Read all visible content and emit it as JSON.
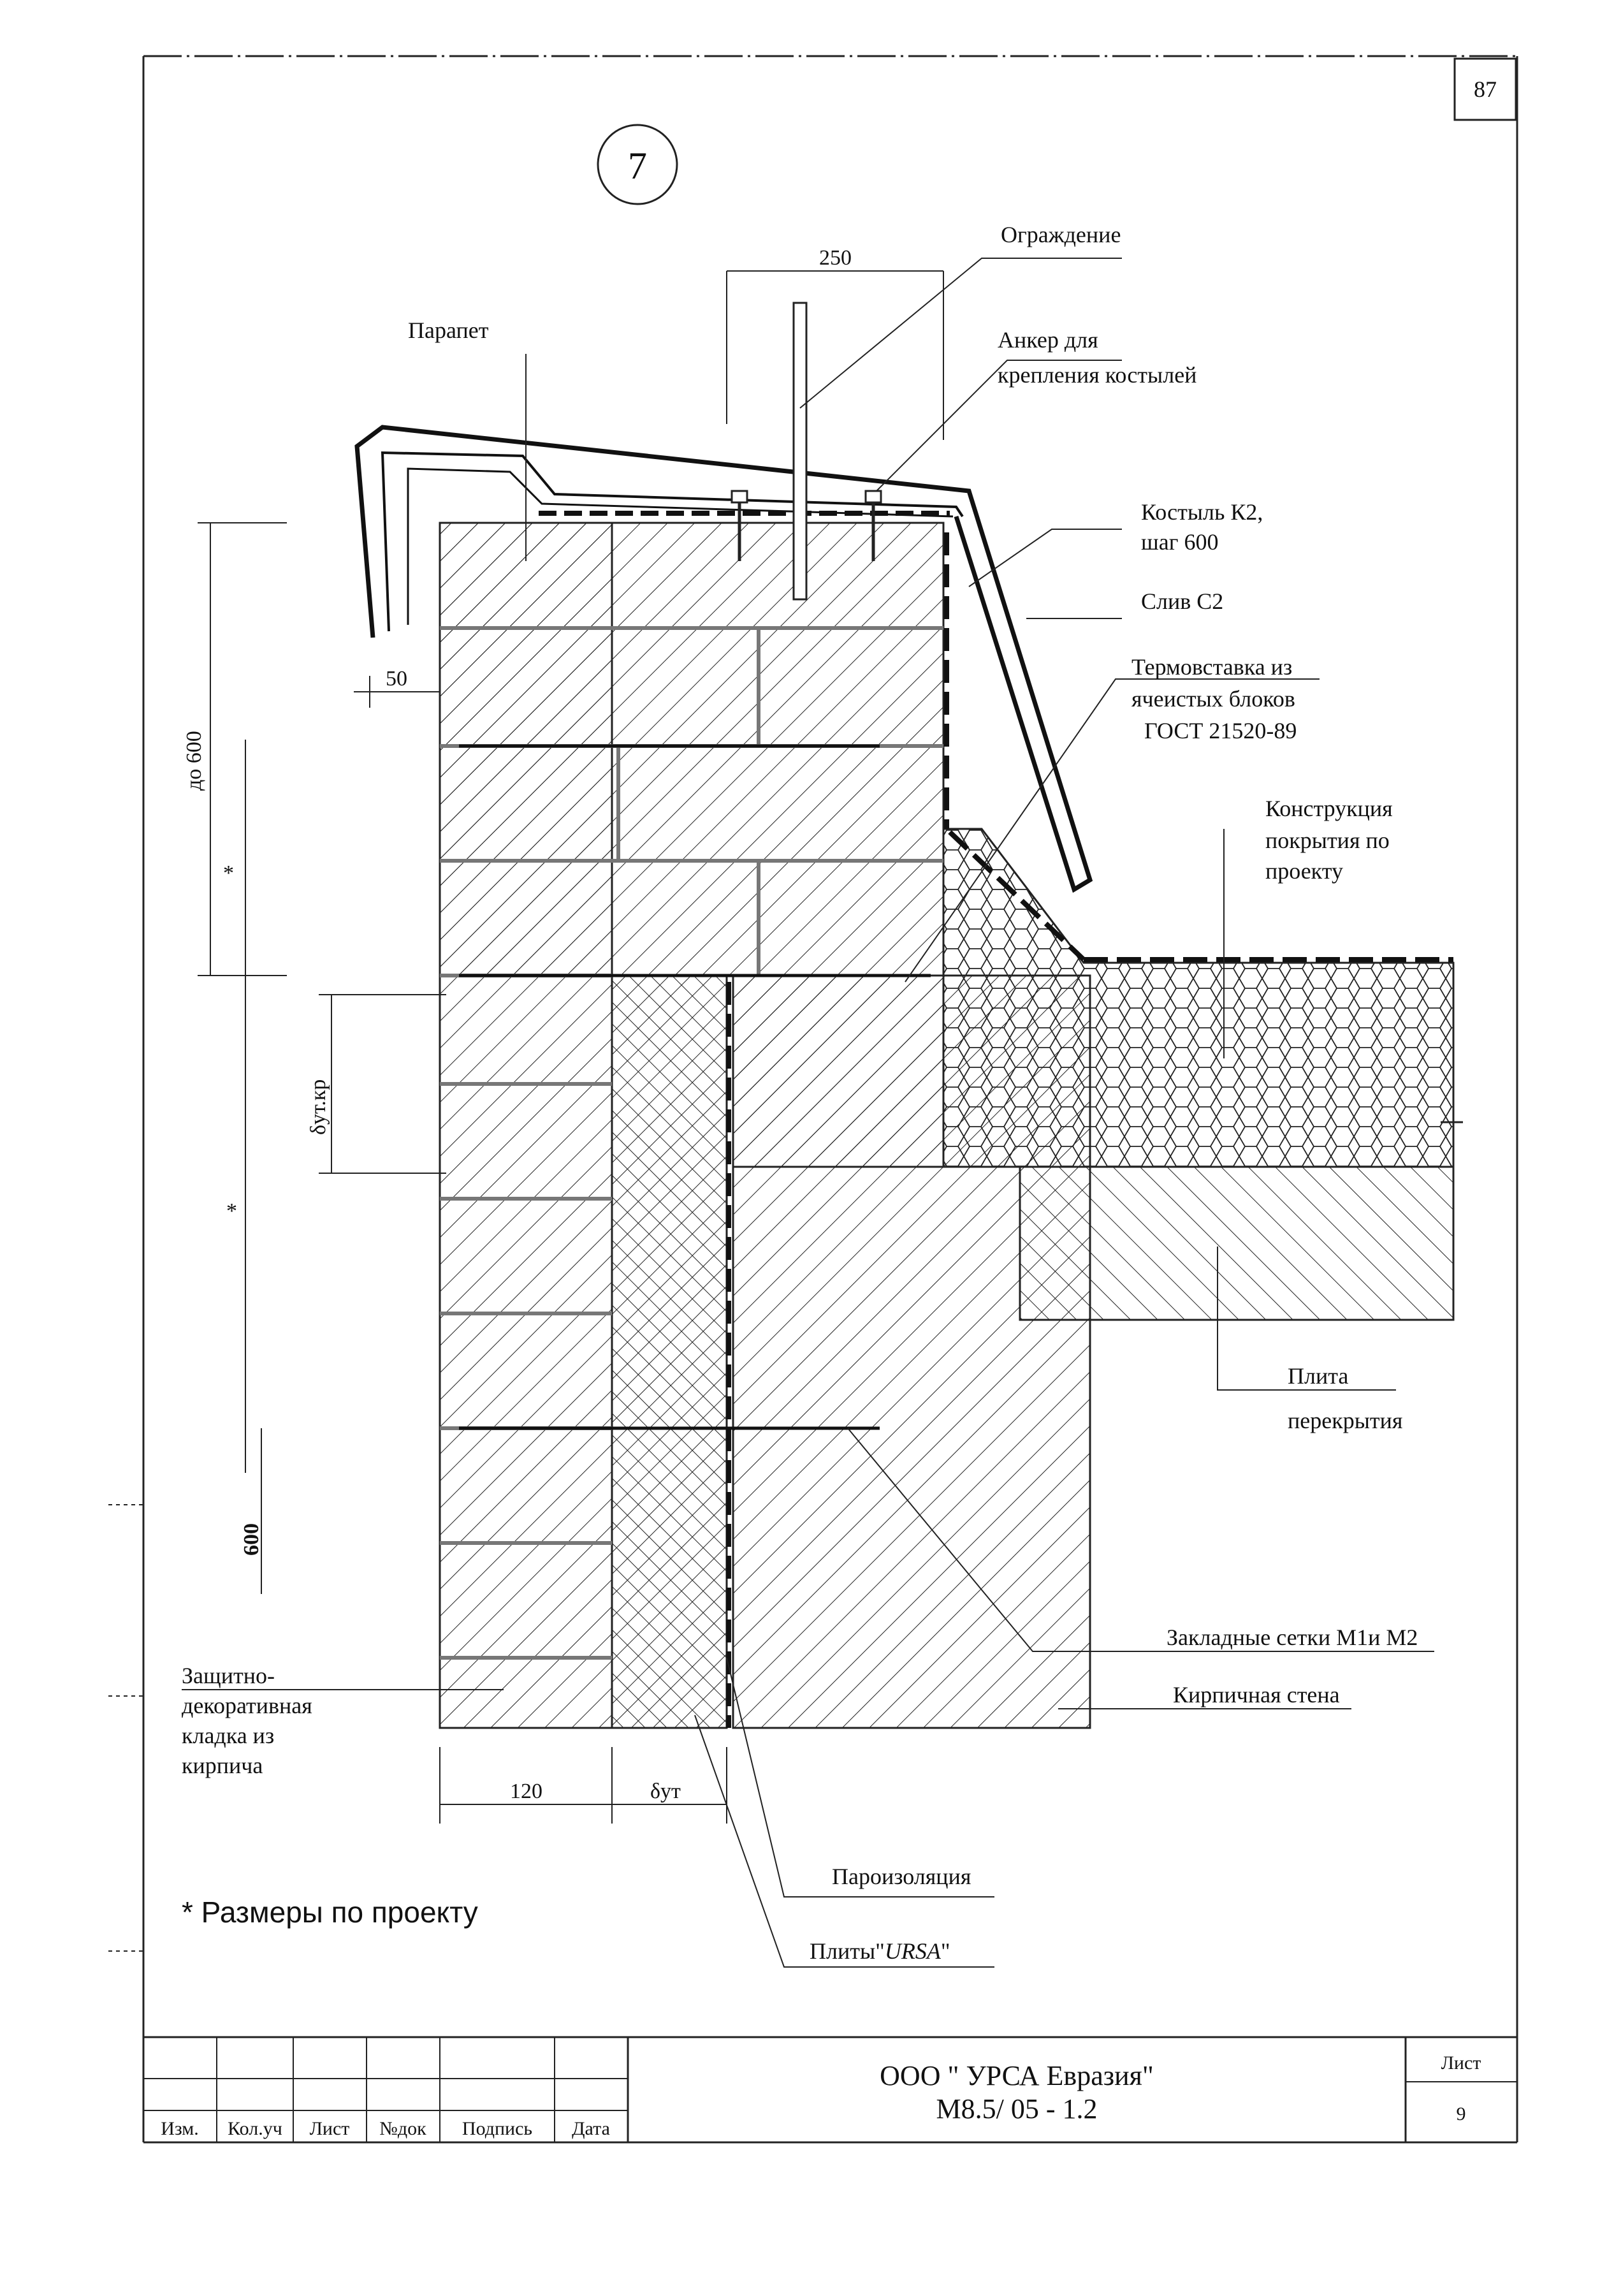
{
  "sheet_number": "87",
  "node_number": "7",
  "labels": {
    "ograzhdenie": "Ограждение",
    "ankernaya_1": "Анкер для",
    "ankernaya_2": "крепления костылей",
    "parapet": "Парапет",
    "kostyl_1": "Костыль К2,",
    "kostyl_2": "шаг 600",
    "sliv": "Слив С2",
    "termo_1": "Термовставка из",
    "termo_2": "ячеистых блоков",
    "termo_3": "ГОСТ 21520-89",
    "konstr_1": "Конструкция",
    "konstr_2": "покрытия по",
    "konstr_3": "проекту",
    "plita_1": "Плита",
    "plita_2": "перекрытия",
    "zakladnye": "Закладные сетки М1и М2",
    "kirp_stena": "Кирпичная стена",
    "zashch_1": "Защитно-",
    "zashch_2": "декоративная",
    "zashch_3": "кладка из",
    "zashch_4": "кирпича",
    "paroizol": "Пароизоляция",
    "plity_prefix": "Плиты\"",
    "plity_ursa": "URSA",
    "plity_suffix": "\""
  },
  "dimensions": {
    "d250": "250",
    "d50": "50",
    "do600": "до 600",
    "star": "*",
    "star2": "*",
    "d_ut_kr": "δут.кр",
    "d600": "600",
    "d120": "120",
    "d_ut": "δут"
  },
  "footnote": "* Размеры по проекту",
  "title_block": {
    "org": "ООО \" УРСА Евразия\"",
    "code": "М8.5/ 05 - 1.2",
    "list_label": "Лист",
    "list_number": "9",
    "columns": [
      "Изм.",
      "Кол.уч",
      "Лист",
      "№док",
      "Подпись",
      "Дата"
    ]
  }
}
